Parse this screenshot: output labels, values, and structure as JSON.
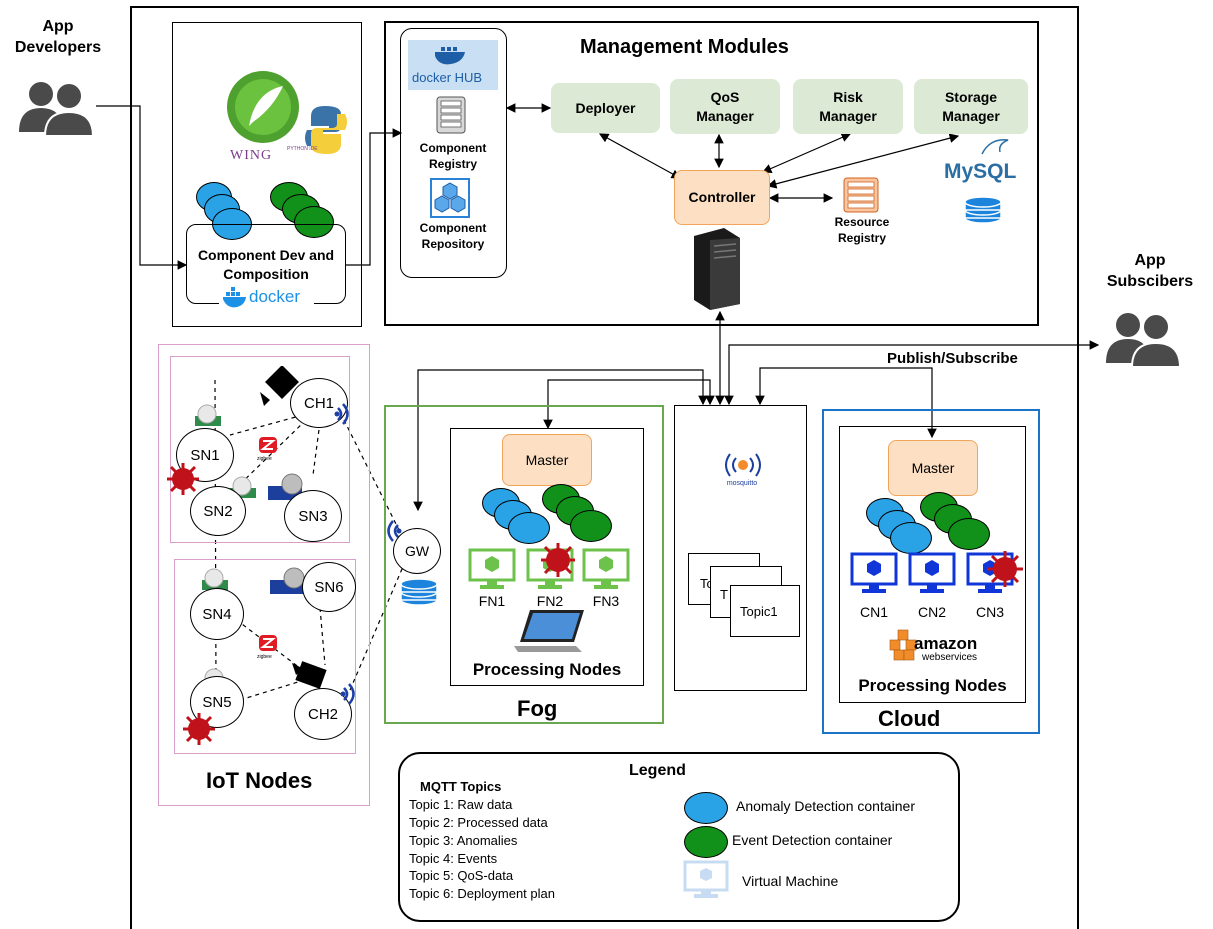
{
  "actors": {
    "developers": "App\nDevelopers",
    "subscribers": "App\nSubscibers"
  },
  "dev": {
    "wing_logo": "WING",
    "wing_sub": "PYTHON IDE",
    "composition_label": "Component Dev and Composition",
    "docker_label": "docker"
  },
  "registry": {
    "dockerhub": "docker HUB",
    "component_registry": "Component Registry",
    "component_repository": "Component Repository"
  },
  "management": {
    "title": "Management Modules",
    "deployer": "Deployer",
    "qos": "QoS Manager",
    "risk": "Risk Manager",
    "storage": "Storage Manager",
    "controller": "Controller",
    "resource_registry": "Resource Registry",
    "mysql": "MySQL"
  },
  "pubsub": "Publish/Subscribe",
  "iot": {
    "title": "IoT Nodes",
    "nodes": [
      "CH1",
      "SN1",
      "SN2",
      "SN3",
      "SN4",
      "SN5",
      "SN6",
      "CH2"
    ],
    "zigbee": "zigbee"
  },
  "fog": {
    "title": "Fog",
    "gw": "GW",
    "master": "Master",
    "nodes": [
      "FN1",
      "FN2",
      "FN3"
    ],
    "processing": "Processing Nodes"
  },
  "broker": {
    "mosquitto": "mosquitto",
    "topic_tabs": [
      "To",
      "T"
    ],
    "topic1": "Topic1"
  },
  "cloud": {
    "title": "Cloud",
    "master": "Master",
    "nodes": [
      "CN1",
      "CN2",
      "CN3"
    ],
    "amazon": "amazon",
    "webservices": "webservices",
    "processing": "Processing Nodes"
  },
  "legend": {
    "title": "Legend",
    "mqtt_title": "MQTT Topics",
    "topics": [
      "Topic 1: Raw data",
      "Topic 2: Processed data",
      "Topic 3: Anomalies",
      "Topic 4: Events",
      "Topic 5: QoS-data",
      "Topic 6: Deployment plan"
    ],
    "anomaly": "Anomaly Detection container",
    "event": "Event Detection container",
    "vm": "Virtual Machine"
  },
  "colors": {
    "anomaly_blue": "#2aa3e6",
    "event_green": "#119119",
    "module_green": "#dce9d5",
    "master_orange": "#fde0c3",
    "fog_border": "#6aa84f",
    "cloud_border": "#1c74c9",
    "iot_border": "#d8a0c8",
    "vm_green": "#6cc24a",
    "vm_blue": "#1035d8",
    "virus_red": "#c0121b"
  }
}
